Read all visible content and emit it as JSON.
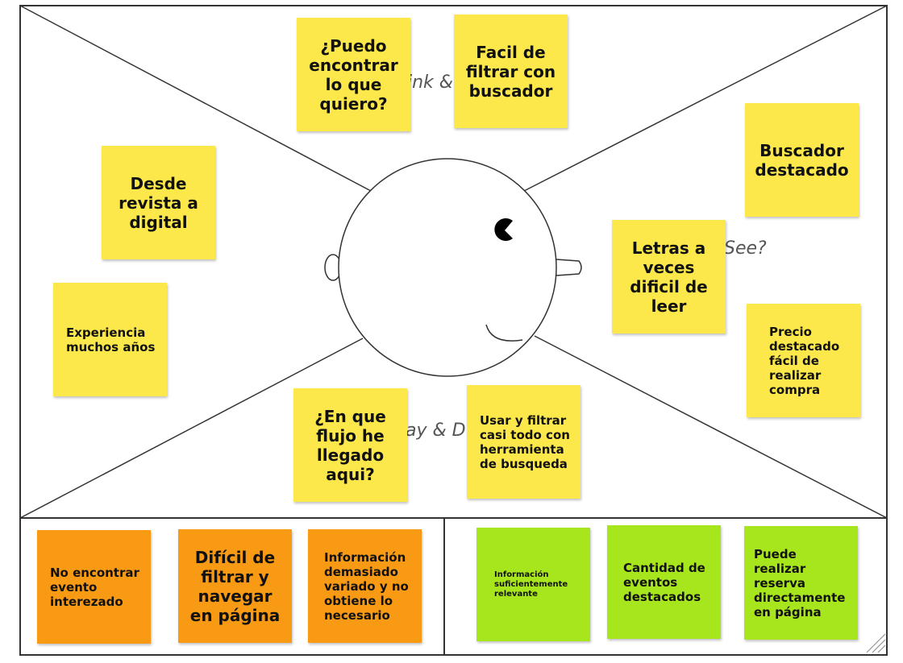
{
  "quadrant_labels": {
    "think": "ink &",
    "see": "See?",
    "say": "ay & D"
  },
  "notes": {
    "puedo_encontrar": "¿Puedo\nencontrar\nlo que\nquiero?",
    "facil_filtrar": "Facil de\nfiltrar con\nbuscador",
    "desde_revista": "Desde\nrevista a\ndigital",
    "experiencia": "Experiencia\nmuchos años",
    "buscador_destacado": "Buscador\ndestacado",
    "letras": "Letras a\nveces\ndificil de\nleer",
    "precio": "Precio\ndestacado\nfácil de\nrealizar\ncompra",
    "en_que_flujo": "¿En que\nflujo he\nllegado\naqui?",
    "usar_filtrar": "Usar y filtrar\ncasi todo con\nherramienta\nde busqueda",
    "no_encontrar": "No encontrar\nevento\ninterezado",
    "dificil_filtrar": "Difícil de\nfiltrar y\nnavegar\nen página",
    "informacion_variado": "Información\ndemasiado\nvariado y no\nobtiene lo\nnecesario",
    "informacion_relevante": "Información\nsuficientemente\nrelevante",
    "cantidad_eventos": "Cantidad de\neventos\ndestacados",
    "puede_reservar": "Puede realizar\nreserva\ndirectamente\nen página"
  },
  "colors": {
    "yellow": "#fce84a",
    "orange": "#f99a14",
    "green": "#a7e51d"
  }
}
